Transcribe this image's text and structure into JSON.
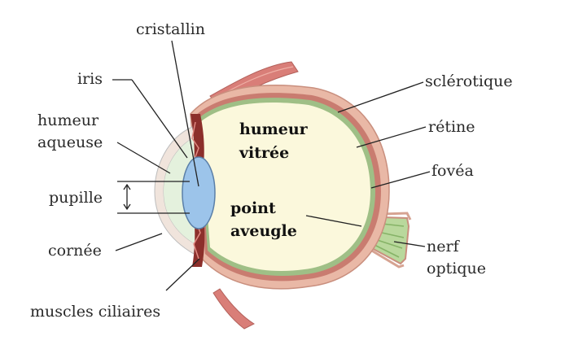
{
  "diagram": {
    "labels": {
      "cristallin": "cristallin",
      "iris": "iris",
      "humeur_aqueuse_1": "humeur",
      "humeur_aqueuse_2": "aqueuse",
      "pupille": "pupille",
      "cornee": "cornée",
      "muscles_ciliaires": "muscles ciliaires",
      "sclerotique": "sclérotique",
      "retine": "rétine",
      "fovea": "fovéa",
      "nerf_optique_1": "nerf",
      "nerf_optique_2": "optique",
      "humeur_vitree_1": "humeur",
      "humeur_vitree_2": "vitrée",
      "point_aveugle_1": "point",
      "point_aveugle_2": "aveugle"
    }
  },
  "colors": {
    "vitreous": "#fbf8dc",
    "sclera": "#e9b8a6",
    "choroid": "#c97c70",
    "retina": "#9fbf86",
    "lens": "#9cc4ea",
    "aqueous": "#e4f1dd",
    "optic_nerve": "#a9cf8a"
  }
}
